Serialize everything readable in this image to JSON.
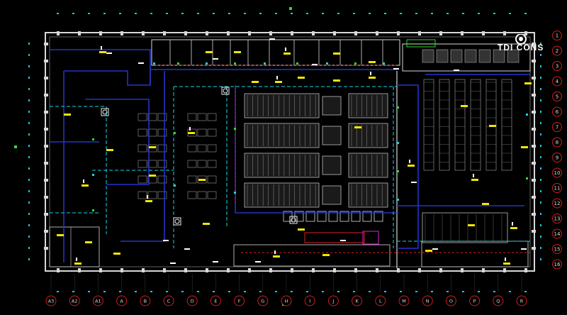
{
  "brand": {
    "logo_text": "TDI CONS"
  },
  "grid": {
    "col_labels": [
      "A3",
      "A2",
      "A1",
      "A",
      "B",
      "C",
      "D",
      "E",
      "F",
      "G",
      "H",
      "I",
      "J",
      "K",
      "L",
      "M",
      "N",
      "O",
      "P",
      "Q",
      "R"
    ],
    "row_labels": [
      "1",
      "2",
      "3",
      "4",
      "5",
      "6",
      "7",
      "8",
      "9",
      "10",
      "11",
      "12",
      "13",
      "14",
      "15",
      "16"
    ]
  },
  "colors": {
    "background": "#000000",
    "wall": "#d8d8d8",
    "grid_bubble": "#d01c1c",
    "duct_blue": "#2433c8",
    "pipe_cyan": "#19d6e6",
    "pipe_red": "#e02020",
    "tag_yellow": "#f2e600",
    "label_white": "#ffffff",
    "tick_cyan": "#18c8d8",
    "tick_green": "#28e028",
    "magenta": "#e020e0"
  }
}
